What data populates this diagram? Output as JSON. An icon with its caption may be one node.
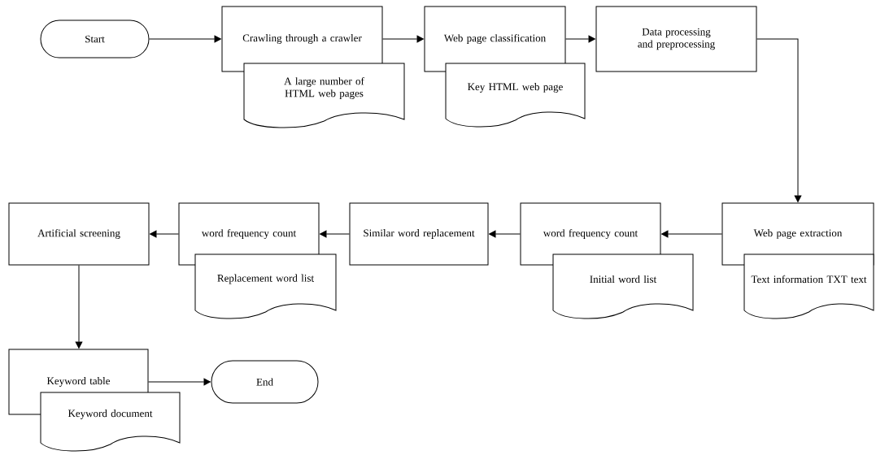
{
  "diagram": {
    "nodes": [
      {
        "text": [
          "Start"
        ]
      },
      {
        "text": [
          "Crawling through a crawler"
        ]
      },
      {
        "text": [
          "A large number of HTML web pages"
        ]
      },
      {
        "text": [
          "Web page classification"
        ]
      },
      {
        "text": [
          "Key HTML web page"
        ]
      },
      {
        "text": [
          "Data processing and preprocessing"
        ]
      },
      {
        "text": [
          "Web page extraction"
        ]
      },
      {
        "text": [
          "Text information TXT text"
        ]
      },
      {
        "text": [
          "word frequency count"
        ]
      },
      {
        "text": [
          "Initial word list"
        ]
      },
      {
        "text": [
          "Similar word replacement"
        ]
      },
      {
        "text": [
          "word frequency count"
        ]
      },
      {
        "text": [
          "Replacement word list"
        ]
      },
      {
        "text": [
          "Artificial screening"
        ]
      },
      {
        "text": [
          "Keyword table"
        ]
      },
      {
        "text": [
          "Keyword document"
        ]
      },
      {
        "text": [
          "End"
        ]
      }
    ],
    "edges": [
      {
        "from": 0,
        "to": 1,
        "arrow": "to"
      },
      {
        "from": 1,
        "to": 3,
        "arrow": "to"
      },
      {
        "from": 3,
        "to": 5,
        "arrow": "to"
      },
      {
        "from": 5,
        "to": 6,
        "arrow": "to"
      },
      {
        "from": 6,
        "to": 8,
        "arrow": "to"
      },
      {
        "from": 8,
        "to": 10,
        "arrow": "to"
      },
      {
        "from": 10,
        "to": 11,
        "arrow": "to"
      },
      {
        "from": 11,
        "to": 13,
        "arrow": "to"
      },
      {
        "from": 13,
        "to": 14,
        "arrow": "to"
      },
      {
        "from": 14,
        "to": 16,
        "arrow": "to"
      }
    ]
  }
}
